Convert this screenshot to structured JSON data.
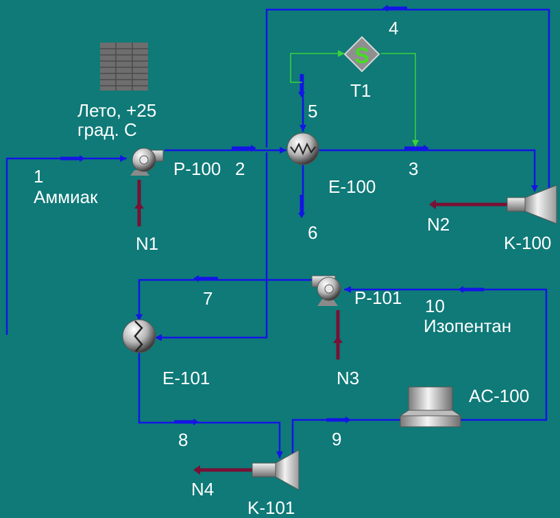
{
  "flowsheet": {
    "conditions": {
      "line1": "Лето, +25",
      "line2": "град. С"
    },
    "streams": {
      "s1": "1",
      "s1_fluid": "Аммиак",
      "s2": "2",
      "s3": "3",
      "s4": "4",
      "s5": "5",
      "s6": "6",
      "s7": "7",
      "s8": "8",
      "s9": "9",
      "s10": "10",
      "s10_fluid": "Изопентан"
    },
    "equipment": {
      "pump1": "P-100",
      "pump2": "P-101",
      "hx1": "E-100",
      "hx2": "E-101",
      "comp1": "K-100",
      "comp2": "K-101",
      "cooler": "AC-100",
      "spreadsheet": "T1"
    },
    "energy": {
      "n1": "N1",
      "n2": "N2",
      "n3": "N3",
      "n4": "N4"
    },
    "set_symbol": "S"
  },
  "colors": {
    "background": "#0f7a78",
    "material_stream": "#1414e6",
    "energy_stream": "#7a1035",
    "logic_stream": "#3cd23c",
    "label": "#ffffff"
  }
}
